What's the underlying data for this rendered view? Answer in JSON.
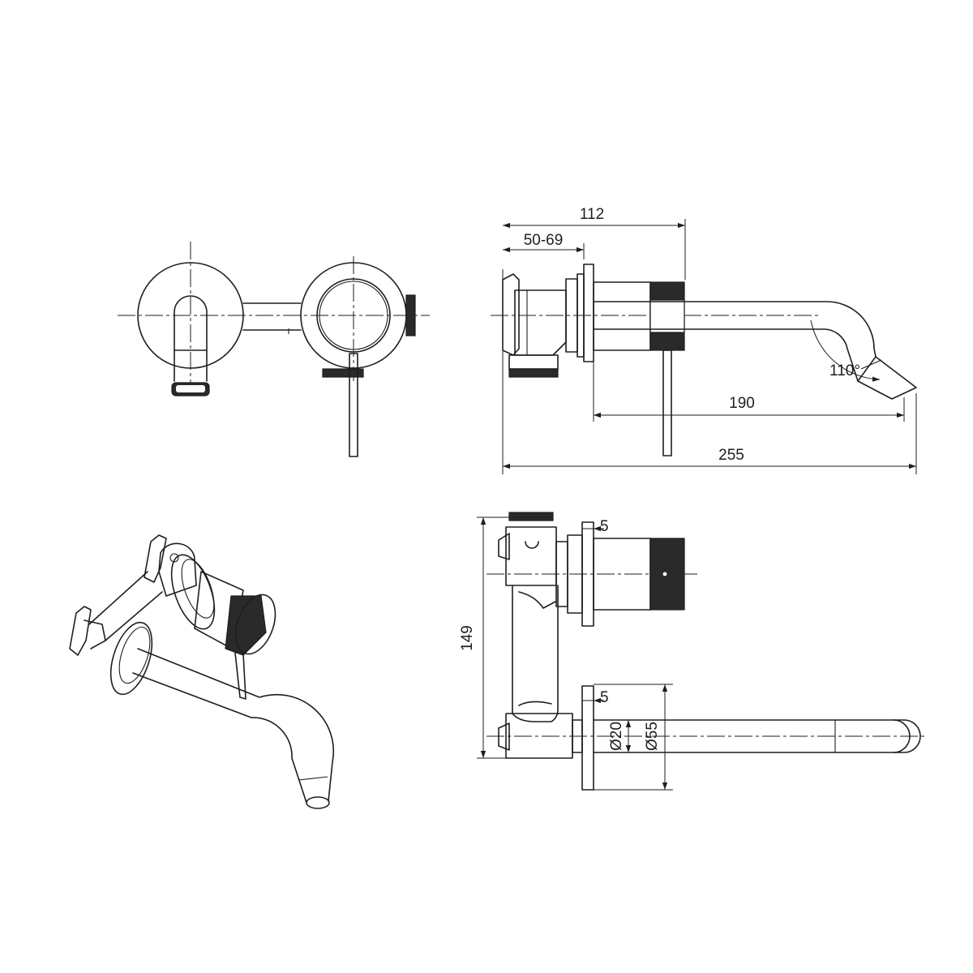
{
  "views": {
    "front": {
      "label": ""
    },
    "side": {
      "dims": {
        "overall_depth": "112",
        "wall_adjust": "50-69",
        "angle": "110°",
        "spout_reach": "190",
        "total_length": "255"
      }
    },
    "isometric": {
      "label": ""
    },
    "top": {
      "dims": {
        "height": "149",
        "flange_top": "5",
        "flange_bottom": "5",
        "spout_dia": "Ø20",
        "flange_dia": "Ø55"
      }
    }
  },
  "colors": {
    "line": "#1e1e1e",
    "knurl": "#2a2a2a",
    "background": "#ffffff"
  }
}
